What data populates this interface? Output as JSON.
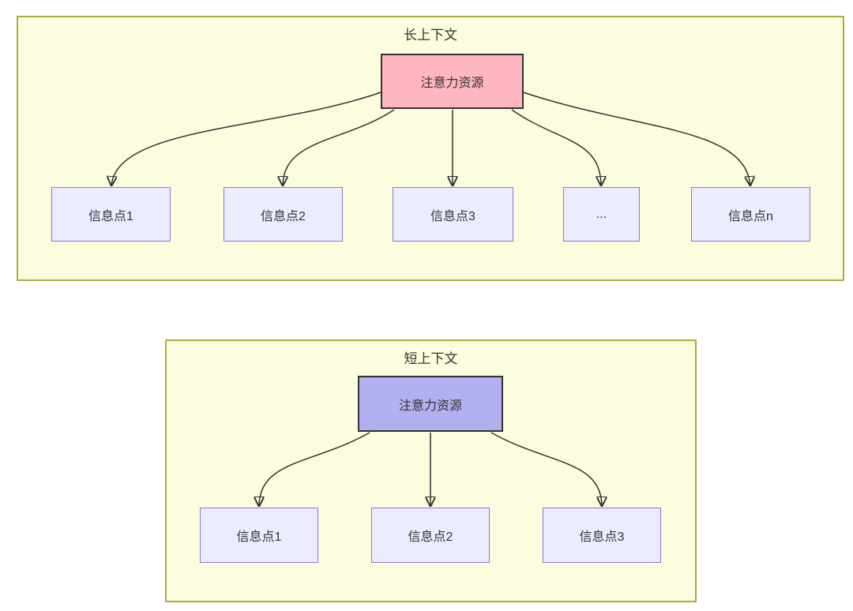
{
  "diagram": {
    "long_context": {
      "title": "长上下文",
      "attention_label": "注意力资源",
      "info_points": [
        "信息点1",
        "信息点2",
        "信息点3",
        "...",
        "信息点n"
      ]
    },
    "short_context": {
      "title": "短上下文",
      "attention_label": "注意力资源",
      "info_points": [
        "信息点1",
        "信息点2",
        "信息点3"
      ]
    },
    "colors": {
      "cluster_fill": "#fcfcdf",
      "cluster_border": "#adad3f",
      "attention_long_fill": "#ffb6c1",
      "attention_short_fill": "#b3b0f0",
      "attention_border": "#333333",
      "info_fill": "#ececff",
      "info_border": "#9370db",
      "arrow": "#333333",
      "text": "#333333"
    }
  }
}
